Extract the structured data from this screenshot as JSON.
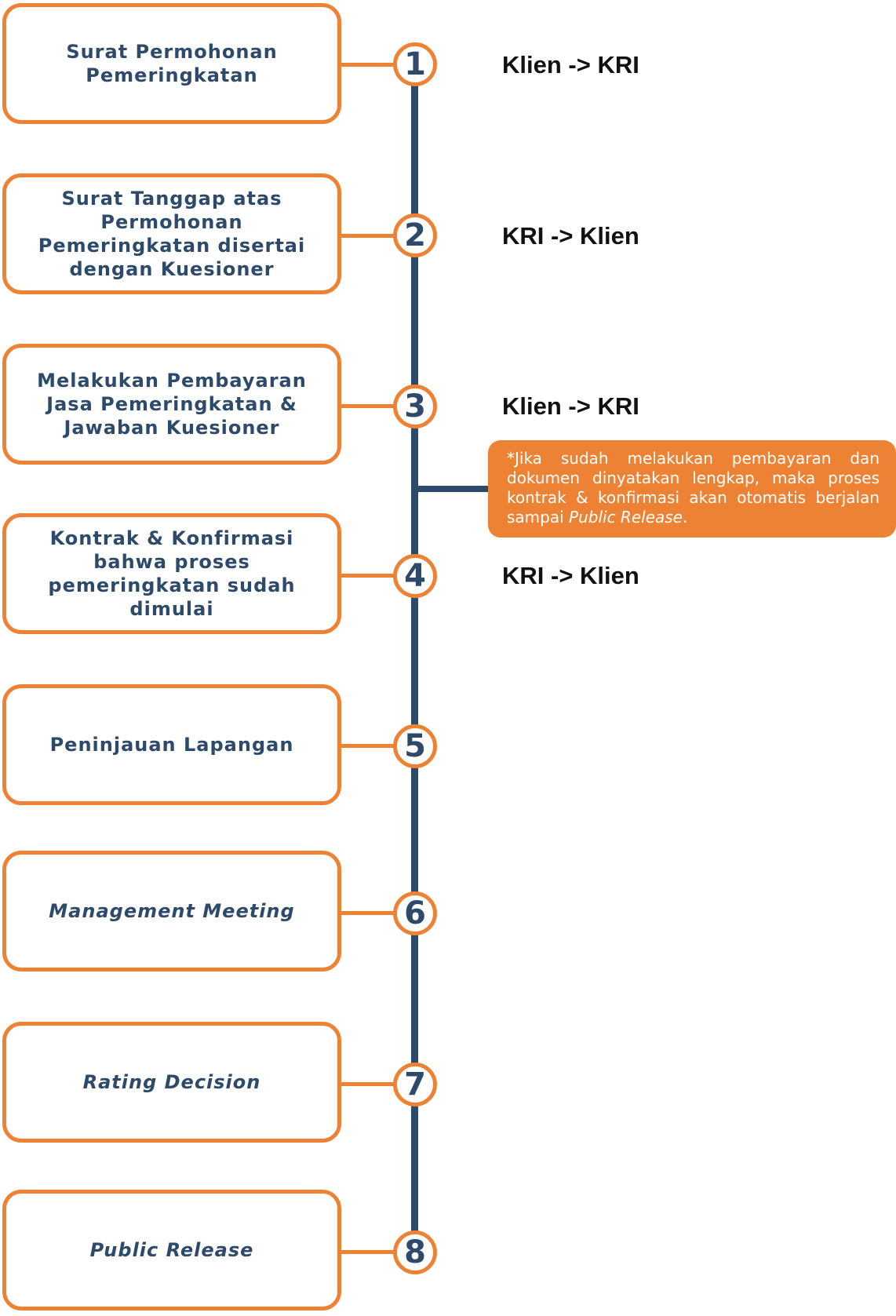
{
  "steps": [
    {
      "number": "1",
      "label": "Surat Permohonan Pemeringkatan",
      "direction": "Klien -> KRI"
    },
    {
      "number": "2",
      "label": "Surat Tanggap atas Permohonan Pemeringkatan disertai dengan Kuesioner",
      "direction": "KRI -> Klien"
    },
    {
      "number": "3",
      "label": "Melakukan Pembayaran Jasa Pemeringkatan & Jawaban Kuesioner",
      "direction": "Klien -> KRI"
    },
    {
      "number": "4",
      "label": "Kontrak & Konfirmasi bahwa proses pemeringkatan sudah dimulai",
      "direction": "KRI -> Klien"
    },
    {
      "number": "5",
      "label": "Peninjauan Lapangan"
    },
    {
      "number": "6",
      "label": "Management Meeting"
    },
    {
      "number": "7",
      "label": "Rating Decision"
    },
    {
      "number": "8",
      "label": "Public Release"
    }
  ],
  "note": {
    "text": "*Jika sudah melakukan pembayaran dan dokumen dinyatakan lengkap, maka proses kontrak & konfirmasi akan otomatis berjalan sampai",
    "emphasis": "Public Release",
    "suffix": "."
  },
  "colors": {
    "accent": "#ee8234",
    "navy": "#2e4a6a",
    "text": "#111111"
  }
}
